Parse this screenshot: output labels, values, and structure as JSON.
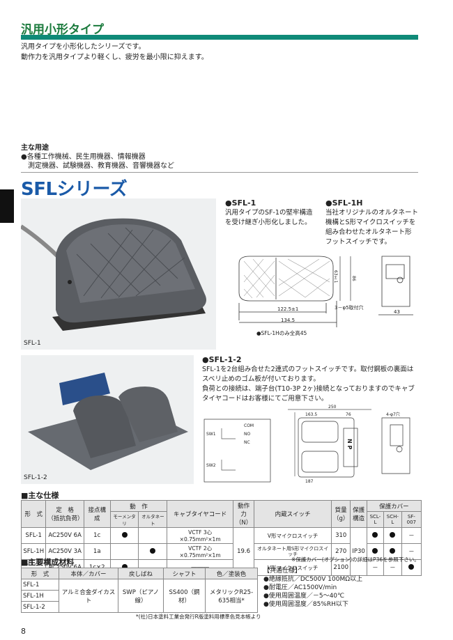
{
  "header": {
    "title": "汎用小形タイプ"
  },
  "intro": {
    "line1": "汎用タイプを小形化したシリーズです。",
    "line2": "動作力を汎用タイプより軽くし、疲労を最小限に抑えます。"
  },
  "uses": {
    "heading": "主な用途",
    "line1": "●各種工作機械、民生用機器、情報機器",
    "line2": "測定機器、試験機器、教育機器、音響機器など"
  },
  "series": {
    "title": "SFLシリーズ"
  },
  "photos": {
    "sfl1": "SFL-1",
    "sfl12": "SFL-1-2"
  },
  "sfl1": {
    "title": "●SFL-1",
    "line1": "汎用タイプのSF-1の堅牢構造",
    "line2": "を受け継ぎ小形化しました。"
  },
  "sfl1h": {
    "title": "●SFL-1H",
    "line1": "当社オリジナルのオルタネート",
    "line2": "機構とS形マイクロスイッチを",
    "line3": "組み合わせたオルタネート形",
    "line4": "フットスイッチです。"
  },
  "drawing1": {
    "d1": "122.5±1",
    "d2": "134.5",
    "d3": "3－φ5取付穴",
    "d4": "63±1",
    "d5": "86",
    "d6": "43",
    "note": "●SFL-1Hのみ全高45"
  },
  "sfl12": {
    "title": "●SFL-1-2",
    "line1": "SFL-1を2台組み合せた2連式のフットスイッチです。取付鋼板の裏面は",
    "line2": "スベリ止めのゴム板が付いております。",
    "line3": "負荷との接続は、端子台(T10-3P 2ヶ)接続となっておりますのでキャブ",
    "line4": "タイヤコードはお客様にてご用意下さい。"
  },
  "drawing2": {
    "d1": "250",
    "d2": "163.5",
    "d3": "76",
    "d4": "187",
    "d5": "4-φ7穴",
    "sw1": "SW1",
    "sw2": "SW2",
    "com": "COM",
    "no": "NO",
    "nc": "NC",
    "np": "N P"
  },
  "spec": {
    "title": "■主な仕様",
    "h": {
      "model": "形　式",
      "rating": "定　格",
      "rating2": "（抵抗負荷）",
      "contact": "接点構成",
      "action": "動　作",
      "mom": "モーメンタリ",
      "alt": "オルタネート",
      "cable": "キャブタイヤコード",
      "force": "動作力",
      "force2": "（N）",
      "sw": "内蔵スイッチ",
      "mass": "質量",
      "mass2": "（g）",
      "prot": "保護",
      "prot2": "構造",
      "cover": "保護カバー",
      "scl": "SCL-L",
      "sch": "SCH-L",
      "sf": "SF-007"
    },
    "rows": [
      {
        "model": "SFL-1",
        "rating": "AC250V 6A",
        "contact": "1c",
        "cable": "VCTF 3心×0.75mm²×1m",
        "sw": "V形マイクロスイッチ",
        "mass": "310",
        "c3": "－"
      },
      {
        "model": "SFL-1H",
        "rating": "AC250V 3A",
        "contact": "1a",
        "cable": "VCTF 2心×0.75mm²×1m",
        "sw": "オルタネート用S形マイクロスイッチ",
        "mass": "270",
        "c3": "－"
      },
      {
        "model": "SFL-1-2",
        "rating": "AC250V 6A",
        "contact": "1c×2",
        "cable": "―――",
        "sw": "V形マイクロスイッチ",
        "mass": "2100",
        "c1": "－",
        "c2": "－"
      }
    ],
    "force": "19.6",
    "prot": "IP30",
    "note": "※保護カバー(オプション)の詳細はP36を参照下さい。"
  },
  "material": {
    "title": "■主要構成材料",
    "h": {
      "model": "形　式",
      "body": "本体／カバー",
      "spring": "戻しばね",
      "shaft": "シャフト",
      "color": "色／塗装色"
    },
    "models": [
      "SFL-1",
      "SFL-1H",
      "SFL-1-2"
    ],
    "body": "アルミ合金ダイカスト",
    "spring": "SWP（ピアノ線）",
    "shaft": "SS400（鋼材）",
    "color": "メタリックR25-635相当*",
    "note": "*(社)日本塗料工業会発行R版塗料用標準色見本帳より"
  },
  "common": {
    "title": "【共通仕様】",
    "l1": "●絶縁抵抗／DC500V 100MΩ以上",
    "l2": "●耐電圧／AC1500V/min",
    "l3": "●使用周囲温度／－5～40℃",
    "l4": "●使用周囲湿度／85%RH以下"
  },
  "page": {
    "number": "8"
  }
}
